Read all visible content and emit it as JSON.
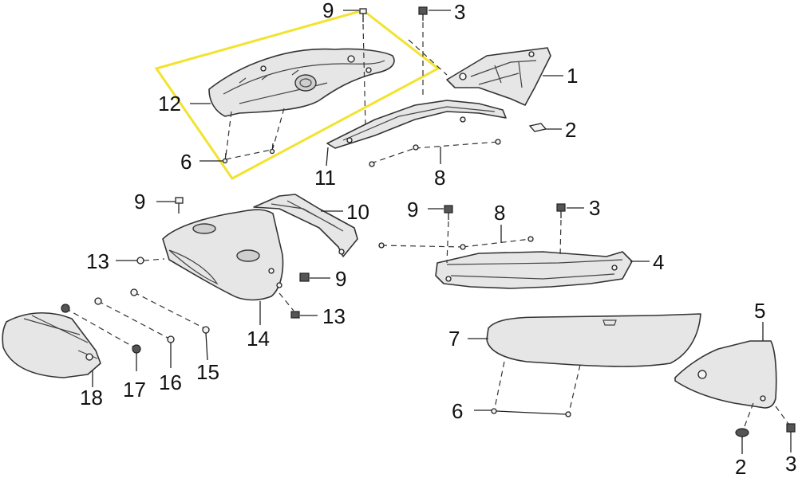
{
  "colors": {
    "highlight": "#f2e330",
    "line": "#222222",
    "part_fill": "#e6e6e6"
  },
  "callouts": {
    "c9_top": "9",
    "c3_top": "3",
    "c1": "1",
    "c2_mid": "2",
    "c12": "12",
    "c6_top": "6",
    "c11": "11",
    "c8_top": "8",
    "c9_left": "9",
    "c10": "10",
    "c13_left": "13",
    "c9_mid": "9",
    "c13_low": "13",
    "c14": "14",
    "c9_right": "9",
    "c8_right": "8",
    "c3_right": "3",
    "c4": "4",
    "c18": "18",
    "c17": "17",
    "c16": "16",
    "c15": "15",
    "c7": "7",
    "c6_bottom": "6",
    "c5": "5",
    "c2_bottom": "2",
    "c3_bottom": "3"
  }
}
